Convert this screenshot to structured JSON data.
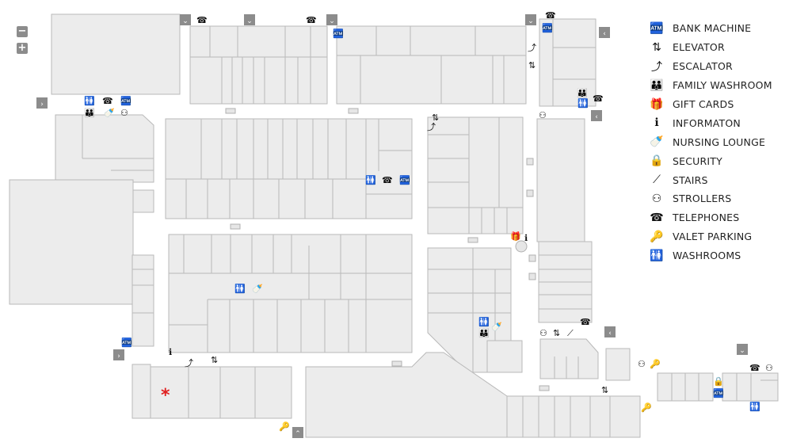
{
  "zoom": {
    "out_symbol": "−",
    "in_symbol": "+"
  },
  "nav_arrow_glyphs": {
    "down": "⌄",
    "left": "‹",
    "right": "›",
    "up": "⌃"
  },
  "legend": [
    {
      "icon": "bank-machine-icon",
      "glyph": "🏧",
      "label": "BANK MACHINE"
    },
    {
      "icon": "elevator-icon",
      "glyph": "⇅",
      "label": "ELEVATOR"
    },
    {
      "icon": "escalator-icon",
      "glyph": "⤴",
      "label": "ESCALATOR"
    },
    {
      "icon": "family-washroom-icon",
      "glyph": "👪",
      "label": "FAMILY WASHROOM"
    },
    {
      "icon": "gift-cards-icon",
      "glyph": "🎁",
      "label": "GIFT CARDS"
    },
    {
      "icon": "information-icon",
      "glyph": "ℹ",
      "label": "INFORMATON"
    },
    {
      "icon": "nursing-lounge-icon",
      "glyph": "🍼",
      "label": "NURSING LOUNGE"
    },
    {
      "icon": "security-icon",
      "glyph": "🔒",
      "label": "SECURITY"
    },
    {
      "icon": "stairs-icon",
      "glyph": "⟋",
      "label": "STAIRS"
    },
    {
      "icon": "strollers-icon",
      "glyph": "⚇",
      "label": "STROLLERS"
    },
    {
      "icon": "telephones-icon",
      "glyph": "☎",
      "label": "TELEPHONES"
    },
    {
      "icon": "valet-parking-icon",
      "glyph": "🔑",
      "label": "VALET PARKING"
    },
    {
      "icon": "washrooms-icon",
      "glyph": "🚻",
      "label": "WASHROOMS"
    }
  ],
  "amenity_glyphs": {
    "washroom": "🚻",
    "telephone": "☎",
    "bank": "🏧",
    "elevator": "⇅",
    "escalator": "⤴",
    "family": "👪",
    "nursing": "🍼",
    "stroller": "⚇",
    "info": "ℹ",
    "gift": "🎁",
    "stairs": "⟋",
    "security": "🔒",
    "valet": "🔑"
  },
  "colors": {
    "store_fill": "#ececec",
    "store_stroke": "#b9b9b9",
    "nav_button": "#8c8c8c",
    "you_are_here": "#e02020"
  },
  "marker": {
    "symbol": "*"
  }
}
